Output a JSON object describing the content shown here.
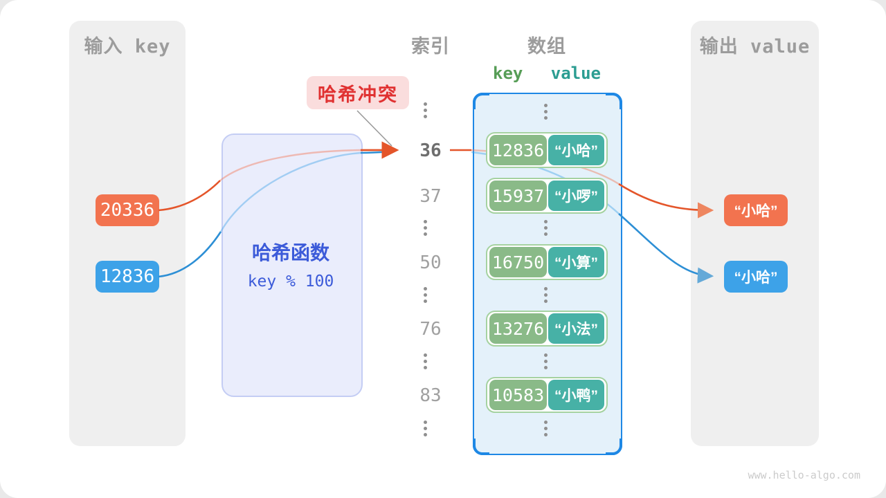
{
  "headers": {
    "input": "输入 key",
    "index": "索引",
    "array": "数组",
    "output": "输出 value",
    "key": "key",
    "value": "value"
  },
  "input": {
    "keys": [
      "20336",
      "12836"
    ]
  },
  "hash_function": {
    "title": "哈希函数",
    "formula": "key % 100"
  },
  "collision": {
    "label": "哈希冲突"
  },
  "index": {
    "values": [
      "36",
      "37",
      "50",
      "76",
      "83"
    ],
    "highlighted": "36"
  },
  "array": {
    "rows": [
      {
        "key": "12836",
        "value": "“小哈”"
      },
      {
        "key": "15937",
        "value": "“小啰”"
      },
      {
        "key": "16750",
        "value": "“小算”"
      },
      {
        "key": "13276",
        "value": "“小法”"
      },
      {
        "key": "10583",
        "value": "“小鸭”"
      }
    ]
  },
  "output": {
    "values": [
      "“小哈”",
      "“小哈”"
    ]
  },
  "watermark": "www.hello-algo.com",
  "palette": {
    "orange": "#f2734f",
    "blue": "#3da2e8",
    "key_green": "#8aba88",
    "value_teal": "#47b1a6",
    "pill_border": "#a5d2a0",
    "array_border": "#1e88e5",
    "array_fill": "#e4f1fa",
    "hash_fill": "#eaedfc",
    "hash_border": "#c4cdf4",
    "hash_text": "#3c5bd9",
    "badge_fill": "#fadddd",
    "badge_text": "#e03131",
    "panel_gray": "#efefef",
    "heading_gray": "#9c9c9c"
  }
}
